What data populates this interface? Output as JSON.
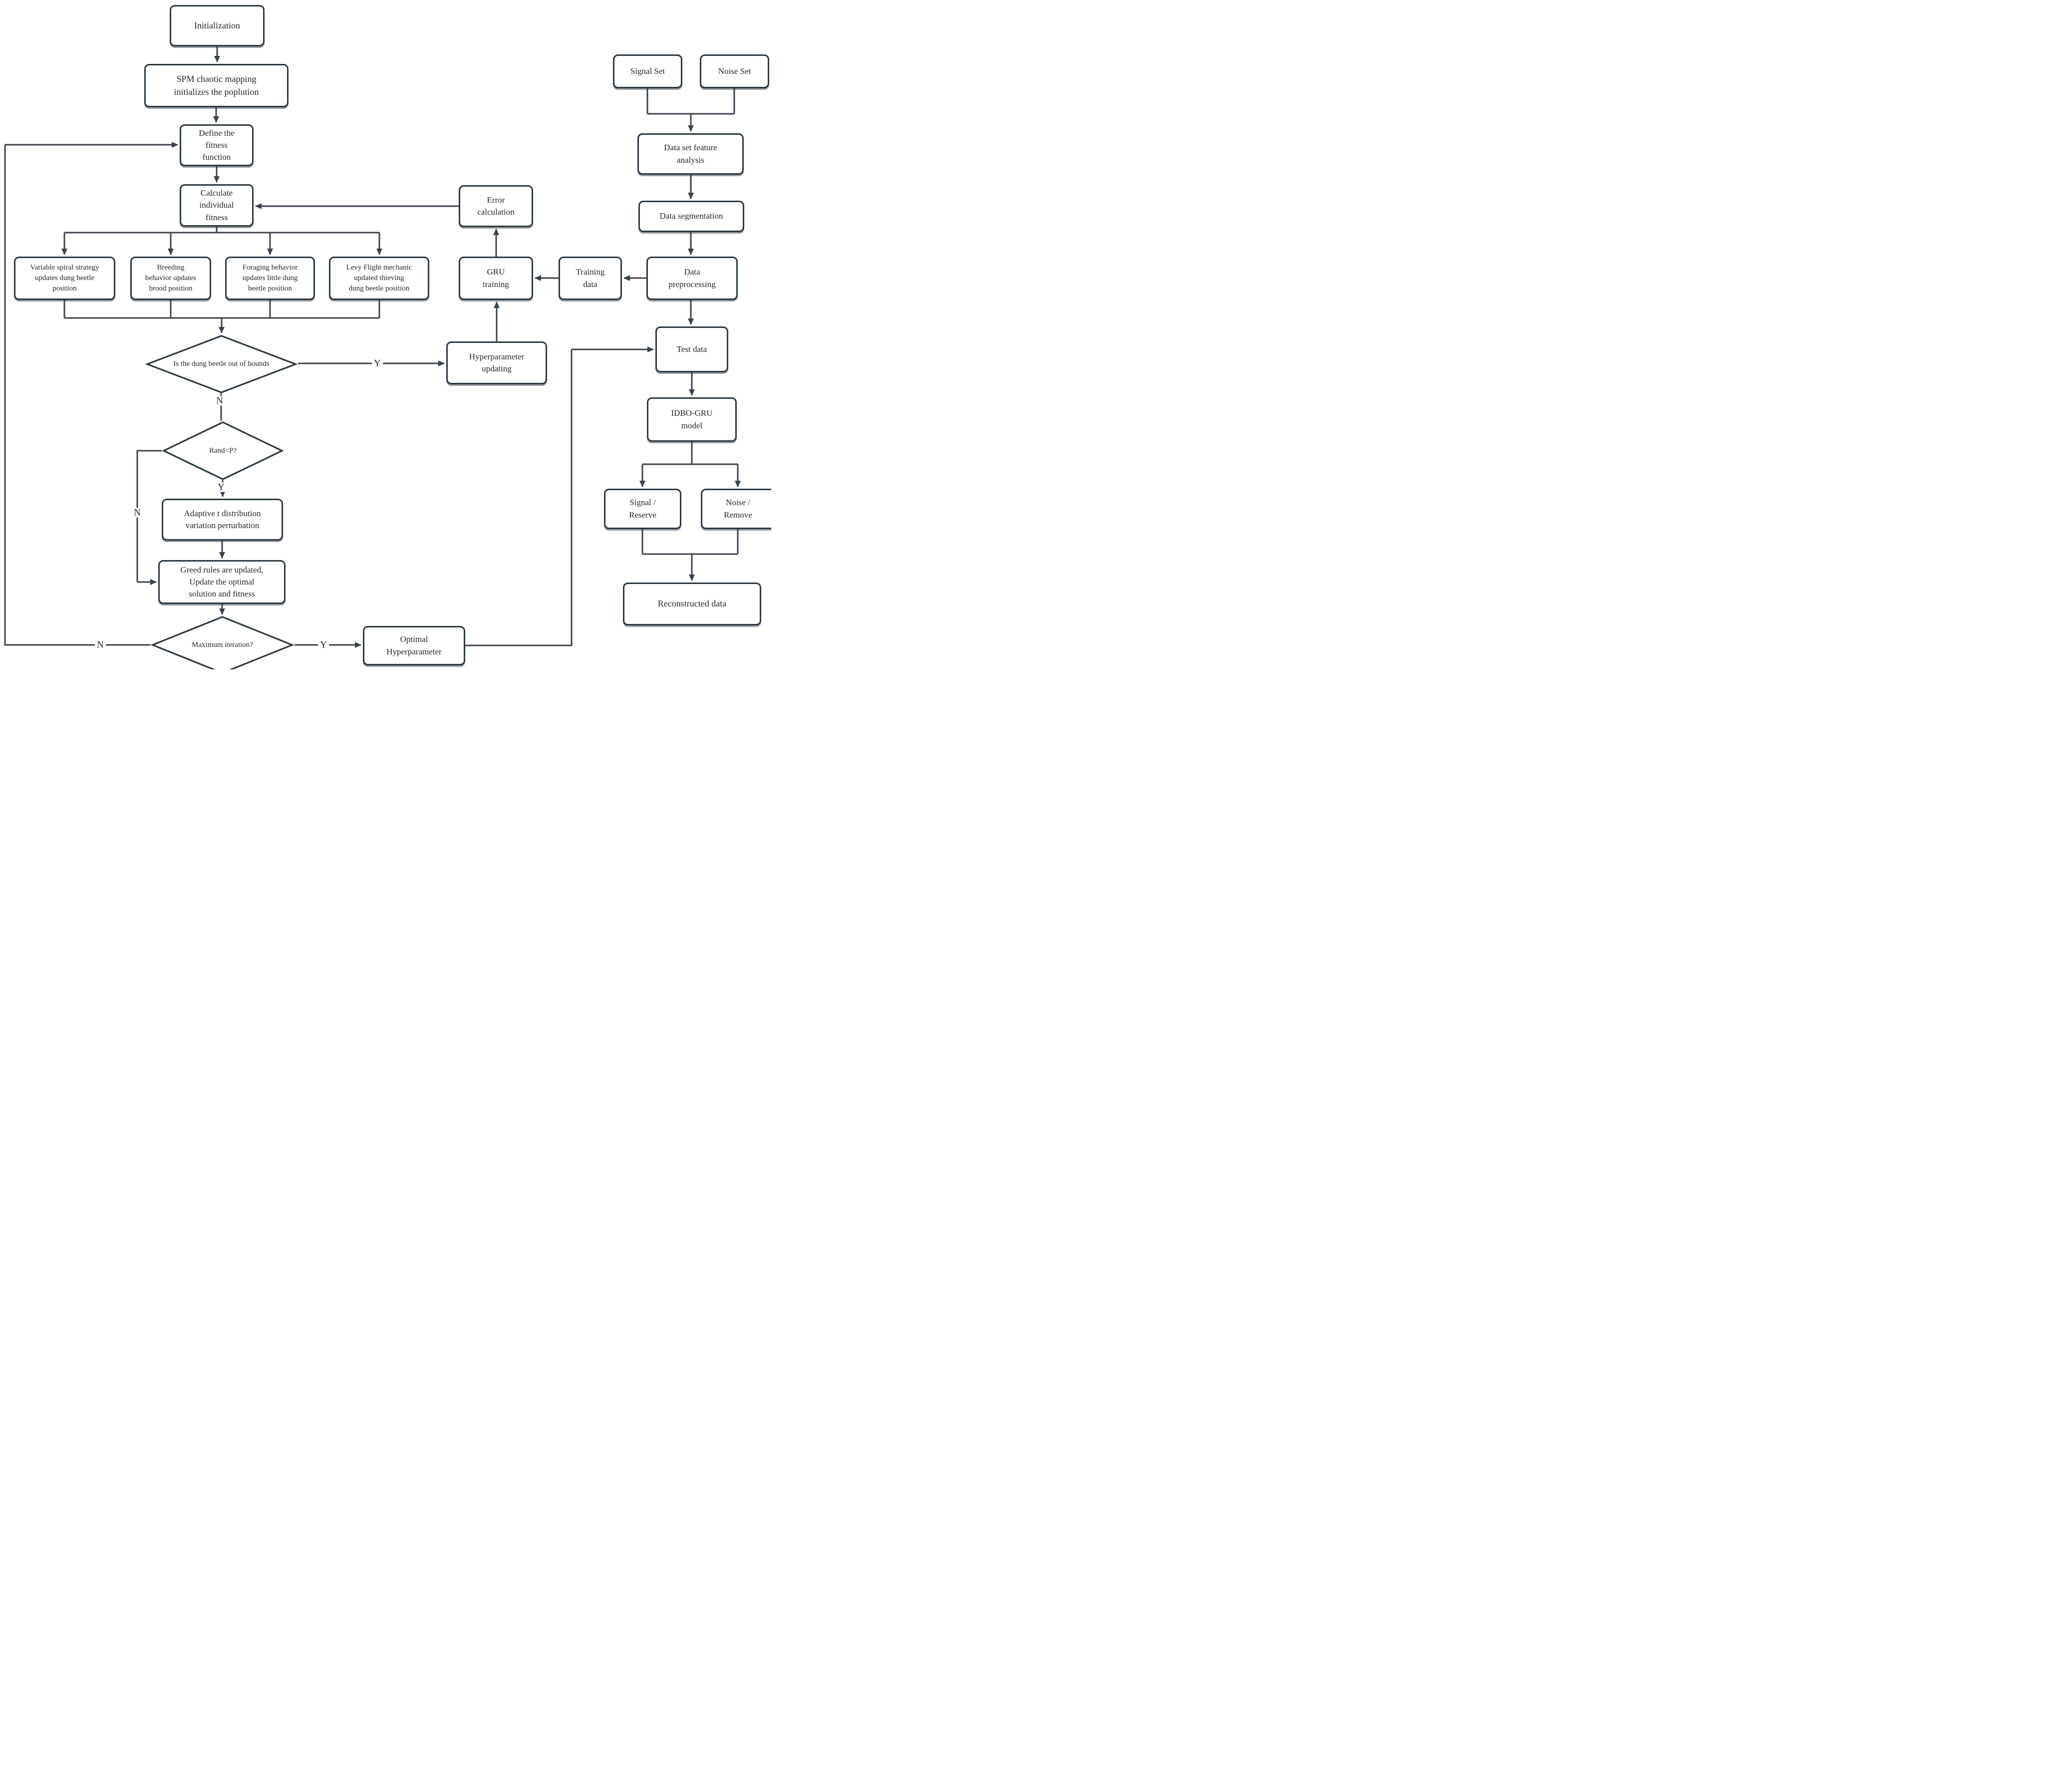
{
  "nodes": {
    "init": {
      "label": "Initialization"
    },
    "spm": {
      "label": "SPM chaotic mapping\ninitializes the poplution"
    },
    "define": {
      "label": "Define the\nfitness\nfunction"
    },
    "calc": {
      "label": "Calculate\nindividual\nfitness"
    },
    "spiral": {
      "label": "Variable spiral strategy\nupdates dung beetle\nposition"
    },
    "breeding": {
      "label": "Breeding\nbehavior updates\nbrood position"
    },
    "foraging": {
      "label": "Foraging behavior\nupdates little dung\nbeetle position"
    },
    "levy": {
      "label": "Levy Flight mechanic\nupdated thieving\ndung beetle position"
    },
    "error": {
      "label": "Error\ncalculation"
    },
    "gru": {
      "label": "GRU\ntraining"
    },
    "training": {
      "label": "Training\ndata"
    },
    "preprocess": {
      "label": "Data\npreprocessing"
    },
    "hyper": {
      "label": "Hyperparameter\nupdating"
    },
    "signalset": {
      "label": "Signal Set"
    },
    "noiseset": {
      "label": "Noise Set"
    },
    "feature": {
      "label": "Data set feature\nanalysis"
    },
    "segment": {
      "label": "Data segmentation"
    },
    "test": {
      "label": "Test data"
    },
    "idbo": {
      "label": "IDBO-GRU\nmodel"
    },
    "sigres": {
      "label": "Signal /\nReserve"
    },
    "noiserem": {
      "label": "Noise /\nRemove"
    },
    "recon": {
      "label": "Reconstructed data"
    },
    "optimal": {
      "label": "Optimal\nHyperparameter"
    },
    "adapt": {
      "label": "Adaptive t distribution\nvariation perturbation"
    },
    "greed": {
      "label": "Greed rules are updated,\nUpdate the optimal\nsolution and fitness"
    },
    "d_bounds": {
      "label": "Is the dung beetle out of bounds"
    },
    "d_rand": {
      "label": "Rand<P?"
    },
    "d_maxiter": {
      "label": "Maximum iteration?"
    }
  },
  "edge_labels": {
    "bounds_yes": "Y",
    "bounds_no": "N",
    "rand_yes": "Y",
    "rand_no": "N",
    "maxiter_yes": "Y",
    "maxiter_no": "N"
  },
  "colors": {
    "box_border": "#2b3842",
    "wire": "#3a424c",
    "box_fill": "#ffffff",
    "text": "#22272d",
    "background": "#ffffff"
  }
}
